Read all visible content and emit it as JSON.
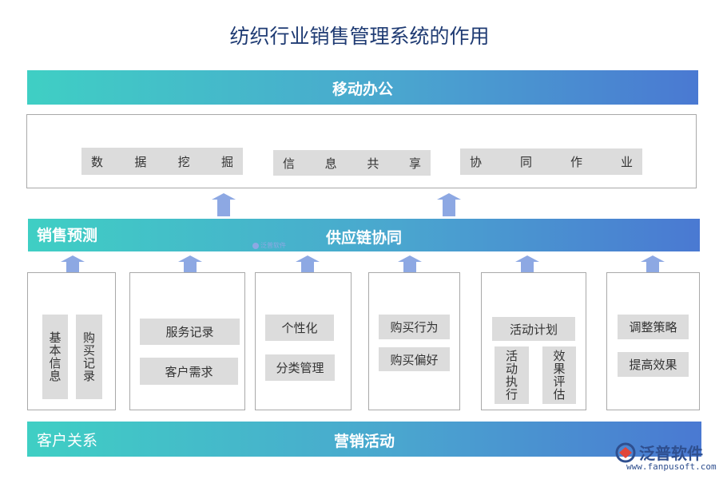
{
  "title": "纺织行业销售管理系统的作用",
  "top_band": {
    "label": "移动办公"
  },
  "top_box": {
    "chips": [
      "数据挖掘",
      "信息共享",
      "协同作业"
    ]
  },
  "middle_band": {
    "left_label": "销售预测",
    "center_label": "供应链协同"
  },
  "columns": [
    {
      "chips": [
        "基本信息",
        "购买记录"
      ],
      "orientation": "vertical"
    },
    {
      "chips": [
        "服务记录",
        "客户需求"
      ],
      "orientation": "horizontal"
    },
    {
      "chips": [
        "个性化",
        "分类管理"
      ],
      "orientation": "horizontal"
    },
    {
      "chips": [
        "购买行为",
        "购买偏好"
      ],
      "orientation": "horizontal"
    },
    {
      "top": "活动计划",
      "sub": [
        "活动执行",
        "效果评估"
      ]
    },
    {
      "chips": [
        "调整策略",
        "提高效果"
      ],
      "orientation": "horizontal"
    }
  ],
  "bottom_band": {
    "left_label": "客户关系",
    "center_label": "营销活动"
  },
  "watermark": {
    "small": "泛普软件",
    "logo": "泛普软件",
    "url": "www.fanpusoft.com"
  },
  "colors": {
    "band_start": "#3fcfc4",
    "band_end": "#4a79d2",
    "chip": "#dcdcdc",
    "arrow": "#8da8e3"
  },
  "icons": [
    "up-arrow-icon",
    "fanpu-logo-icon"
  ]
}
